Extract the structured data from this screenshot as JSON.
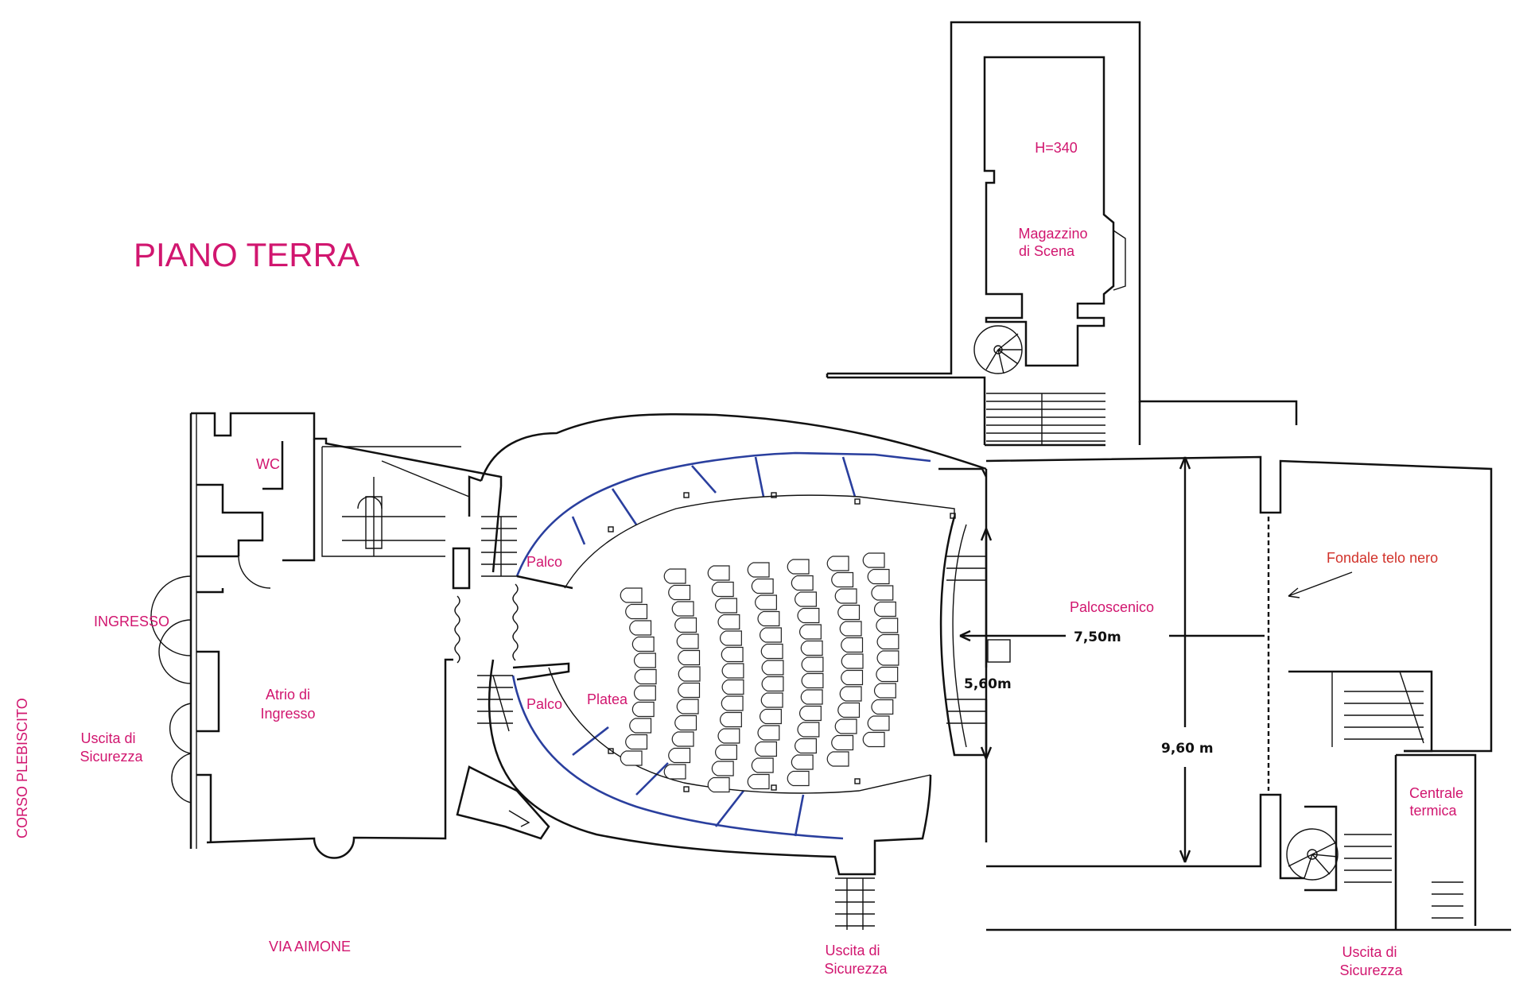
{
  "title": "PIANO TERRA",
  "labels": {
    "wc": "WC",
    "ingresso": "INGRESSO",
    "atrio_line1": "Atrio di",
    "atrio_line2": "Ingresso",
    "uscita_left_1": "Uscita di",
    "uscita_left_2": "Sicurezza",
    "corso": "CORSO PLEBISCITO",
    "via": "VIA AIMONE",
    "palco_top": "Palco",
    "palco_bottom": "Palco",
    "platea": "Platea",
    "uscita_mid_1": "Uscita di",
    "uscita_mid_2": "Sicurezza",
    "uscita_right_1": "Uscita di",
    "uscita_right_2": "Sicurezza",
    "h340": "H=340",
    "magazzino_1": "Magazzino",
    "magazzino_2": "di Scena",
    "palcoscenico": "Palcoscenico",
    "fondale": "Fondale telo nero",
    "centrale_1": "Centrale",
    "centrale_2": "termica"
  },
  "dimensions": {
    "width_stage": "7,50m",
    "depth_stage": "9,60 m",
    "proscenium": "5,60m"
  },
  "colors": {
    "label": "#d1166f",
    "boxes": "#2a3f9e",
    "note": "#d1322a",
    "walls": "#111111"
  }
}
